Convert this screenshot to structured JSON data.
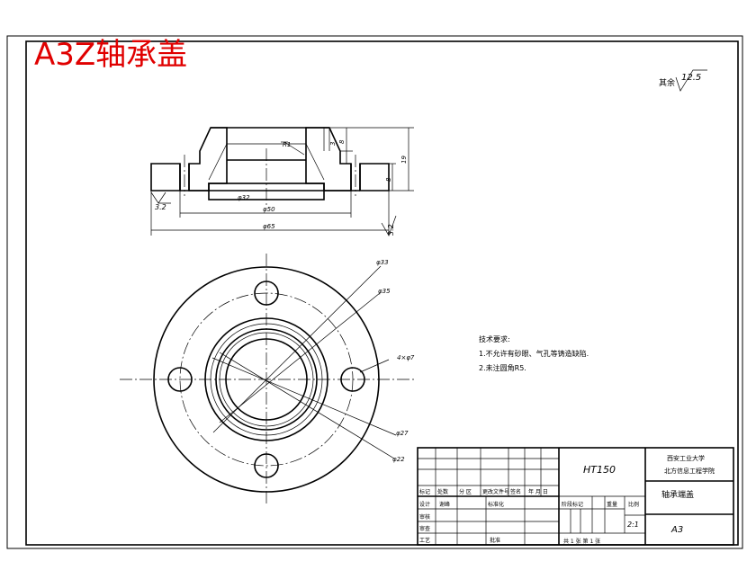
{
  "title": "A3Z轴承盖",
  "surface_finish": {
    "label": "其余",
    "value": "12.5"
  },
  "section_view": {
    "dimensions": {
      "phi32": "φ32",
      "phi50": "φ50",
      "phi65": "φ65",
      "r1": "R1",
      "d3": "3",
      "d8_top": "8",
      "d19": "19",
      "d8": "8",
      "rough_left": "3.2",
      "rough_right": "3.2"
    }
  },
  "top_view": {
    "callouts": {
      "phi33": "φ33",
      "phi35": "φ35",
      "holes": "4×φ7",
      "phi27": "φ27",
      "phi22": "φ22"
    }
  },
  "notes": {
    "heading": "技术要求:",
    "line1": "1.不允许有砂眼、气孔等铸造缺陷.",
    "line2": "2.未注圆角R5."
  },
  "title_block": {
    "material": "HT150",
    "school_line1": "西安工业大学",
    "school_line2": "北方信息工程学院",
    "part_name": "轴承端盖",
    "drawing_no": "A3",
    "scale": "2:1",
    "headers": {
      "mark": "标记",
      "count": "处数",
      "zone": "分 区",
      "change_doc": "更改文件号",
      "signature": "签名",
      "date": "年 月 日",
      "design": "设计",
      "design_sig": "谢峰",
      "standard": "标准化",
      "stage_mark": "阶段标记",
      "weight": "重量",
      "scale_label": "比例",
      "check": "审核",
      "process": "工艺",
      "approve": "批准",
      "review": "审查",
      "sheets": "共 1 张 第 1 张"
    }
  }
}
